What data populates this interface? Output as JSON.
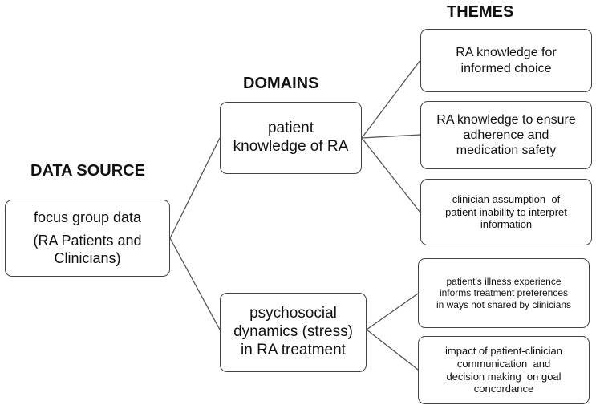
{
  "headings": {
    "themes": "THEMES",
    "domains": "DOMAINS",
    "data_source": "DATA SOURCE"
  },
  "source": {
    "line1": "focus group data",
    "line2": "(RA Patients and",
    "line3": "Clinicians)"
  },
  "domains": [
    {
      "line1": "patient",
      "line2": "knowledge of RA"
    },
    {
      "line1": "psychosocial",
      "line2": "dynamics (stress)",
      "line3": "in RA treatment"
    }
  ],
  "themes": [
    {
      "line1": "RA knowledge for",
      "line2": "informed choice"
    },
    {
      "line1": "RA knowledge to ensure",
      "line2": "adherence and",
      "line3": "medication safety"
    },
    {
      "line1": "clinician assumption  of",
      "line2": "patient inability to interpret",
      "line3": "information"
    },
    {
      "line1": "patient's illness experience",
      "line2": "informs treatment preferences",
      "line3": "in ways not shared by clinicians"
    },
    {
      "line1": "impact of patient-clinician",
      "line2": "communication  and",
      "line3": "decision making  on goal",
      "line4": "concordance"
    }
  ]
}
